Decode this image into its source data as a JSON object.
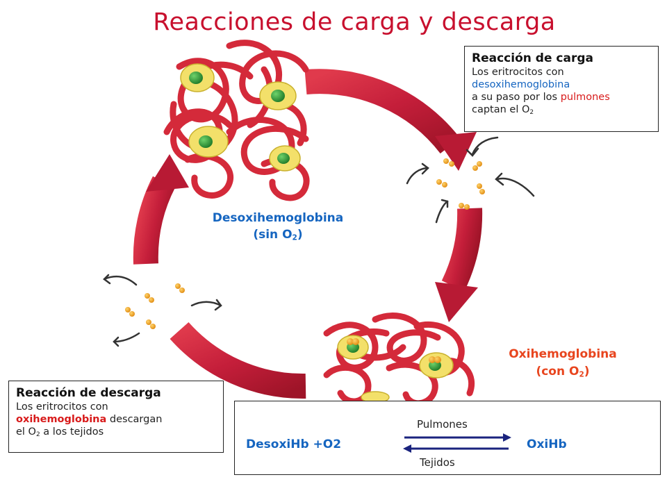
{
  "title": "Reacciones de carga y descarga",
  "labels": {
    "deoxy_name": "Desoxihemoglobina",
    "deoxy_state_prefix": "(sin O",
    "deoxy_state_sub": "2",
    "deoxy_state_suffix": ")",
    "oxy_name": "Oxihemoglobina",
    "oxy_state_prefix": "(con O",
    "oxy_state_sub": "2",
    "oxy_state_suffix": ")"
  },
  "carga": {
    "heading": "Reacción de carga",
    "line1": "Los eritrocitos con",
    "line2": "desoxihemoglobina",
    "line3_a": "a su paso por los ",
    "line3_b": "pulmones",
    "line4_a": "captan el O",
    "line4_sub": "2"
  },
  "descarga": {
    "heading": "Reacción de descarga",
    "line1": "Los eritrocitos con",
    "line2_a": "oxihemoglobina",
    "line2_b": " descargan",
    "line3_a": "el O",
    "line3_sub": "2",
    "line3_b": " a los tejidos"
  },
  "equation": {
    "left": "DesoxiHb +O2",
    "right": "OxiHb",
    "forward_label": "Pulmones",
    "reverse_label": "Tejidos"
  },
  "colors": {
    "title": "#c8102e",
    "cycle_arrow": "#c41e3a",
    "protein": "#d42a3a",
    "heme_disc": "#f3e06a",
    "heme_iron": "#2e9b3a",
    "oxygen": "#f0a020",
    "label_blue": "#1565c0",
    "label_orange": "#e8451e",
    "eq_arrow": "#1a237e"
  }
}
